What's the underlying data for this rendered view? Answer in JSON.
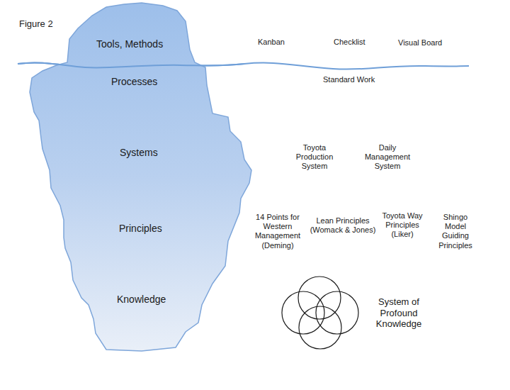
{
  "diagram": {
    "title": "Figure 2",
    "nodes": [
      {
        "text": [
          "Tools, Methods",
          "Processes",
          "Systems",
          "Principles",
          "Knowledge"
        ]
      }
    ],
    "labels": [
      "Kanban",
      "Checklist",
      "Visual Board",
      "Standard Work",
      "Toyota Production System",
      "Daily Management System",
      "14 Points for Western Management (Deming)",
      "Lean Principles (Womack & Jones)",
      "Toyota Way Principles (Liker)",
      "Shingo Model Guiding Principles",
      "System of Profound Knowledge"
    ]
  }
}
